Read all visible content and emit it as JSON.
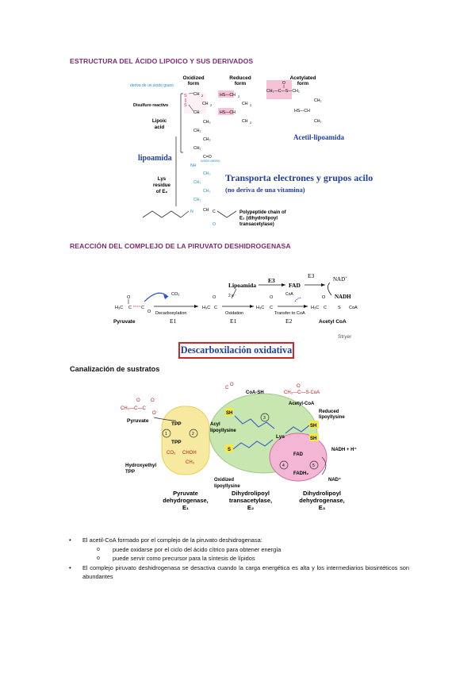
{
  "section1": {
    "heading": "ESTRUCTURA DEL ÁCIDO LIPOICO Y SUS DERIVADOS",
    "figure": {
      "oxidized": "Oxidized\nform",
      "reduced": "Reduced\nform",
      "acetylated": "Acetylated\nform",
      "fatty_acid_note": "deriva de un ácido graso",
      "disulfide": "Disulfuro reactivo",
      "lipoic_acid": "Lipoic\nacid",
      "lipoamide": "lipoamida",
      "amide_bond": "unión amino",
      "lys_residue": "Lys\nresidue\nof E",
      "acetyl_lipoamide": "Acetil-lipoamida",
      "transport": "Transporta electrones y grupos acilo",
      "not_vitamin": "(no deriva de una vitamina)",
      "polypeptide": "Polypeptide chain of\nE₂ (dihydrolipoyl\ntransacetylase)"
    }
  },
  "section2": {
    "heading": "REACCIÓN DEL COMPLEJO DE LA PIRUVATO DESHIDROGENASA",
    "figure": {
      "lipoamida": "Lipoamida",
      "e3": "E3",
      "fad": "FAD",
      "e3b": "E3",
      "nad": "NAD",
      "nadh": "NADH",
      "pyruvate": "Pyruvate",
      "decarboxylation": "Decarboxylation",
      "e1": "E1",
      "oxidation": "Oxidation",
      "e1b": "E1",
      "transfer": "Transfer to CoA",
      "e2": "E2",
      "acetyl_coa": "Acetyl CoA",
      "co2": "CO₂",
      "coa": "CoA",
      "credit": "Stryer"
    },
    "boxed_title": "Descarboxilación oxidativa"
  },
  "section3": {
    "heading": "Canalización de sustratos",
    "figure": {
      "pyruvate": "Pyruvate",
      "tpp": "TPP",
      "co2": "CO₂",
      "choh": "CHOH",
      "hydroxyethyl": "Hydroxyethyl\nTPP",
      "acyl_lipoyllysine": "Acyl\nlipoyllysine",
      "oxidized_lipoyllysine": "Oxidized\nlipoyllysine",
      "lys": "Lys",
      "coa_sh": "CoA-SH",
      "acetyl_coa": "Acetyl-CoA",
      "reduced_lipoyllysine": "Reduced\nlipoyllysine",
      "sh": "SH",
      "fad": "FAD",
      "fadh2": "FADH₂",
      "nadh": "NADH + H⁺",
      "nad": "NAD⁺",
      "e1_name": "Pyruvate\ndehydrogenase,\nE₁",
      "e2_name": "Dihydrolipoyl\ntransacetylase,\nE₂",
      "e3_name": "Dihydrolipoyl\ndehydrogenase,\nE₃"
    }
  },
  "bullets": [
    {
      "level": 1,
      "text": "El acetil-CoA formado por el complejo de la piruvato deshidrogenasa:"
    },
    {
      "level": 2,
      "text": "puede oxidarse por el ciclo del ácido cítrico para obtener energía"
    },
    {
      "level": 2,
      "text": "puede servir como precursor para la síntesis de lípidos"
    },
    {
      "level": 1,
      "text": "El complejo piruvato deshidrogenasa se desactiva cuando la carga energética es alta y los intermediarios biosintéticos son abundantes"
    }
  ],
  "colors": {
    "heading": "#7b2a6f",
    "blue_label": "#1f3fa0",
    "pink_highlight": "#f6c2d8",
    "e1_yellow": "#f7e9a0",
    "e2_green": "#c8e6b0",
    "e3_pink": "#f3b6d4",
    "box_red": "#d0232a"
  }
}
